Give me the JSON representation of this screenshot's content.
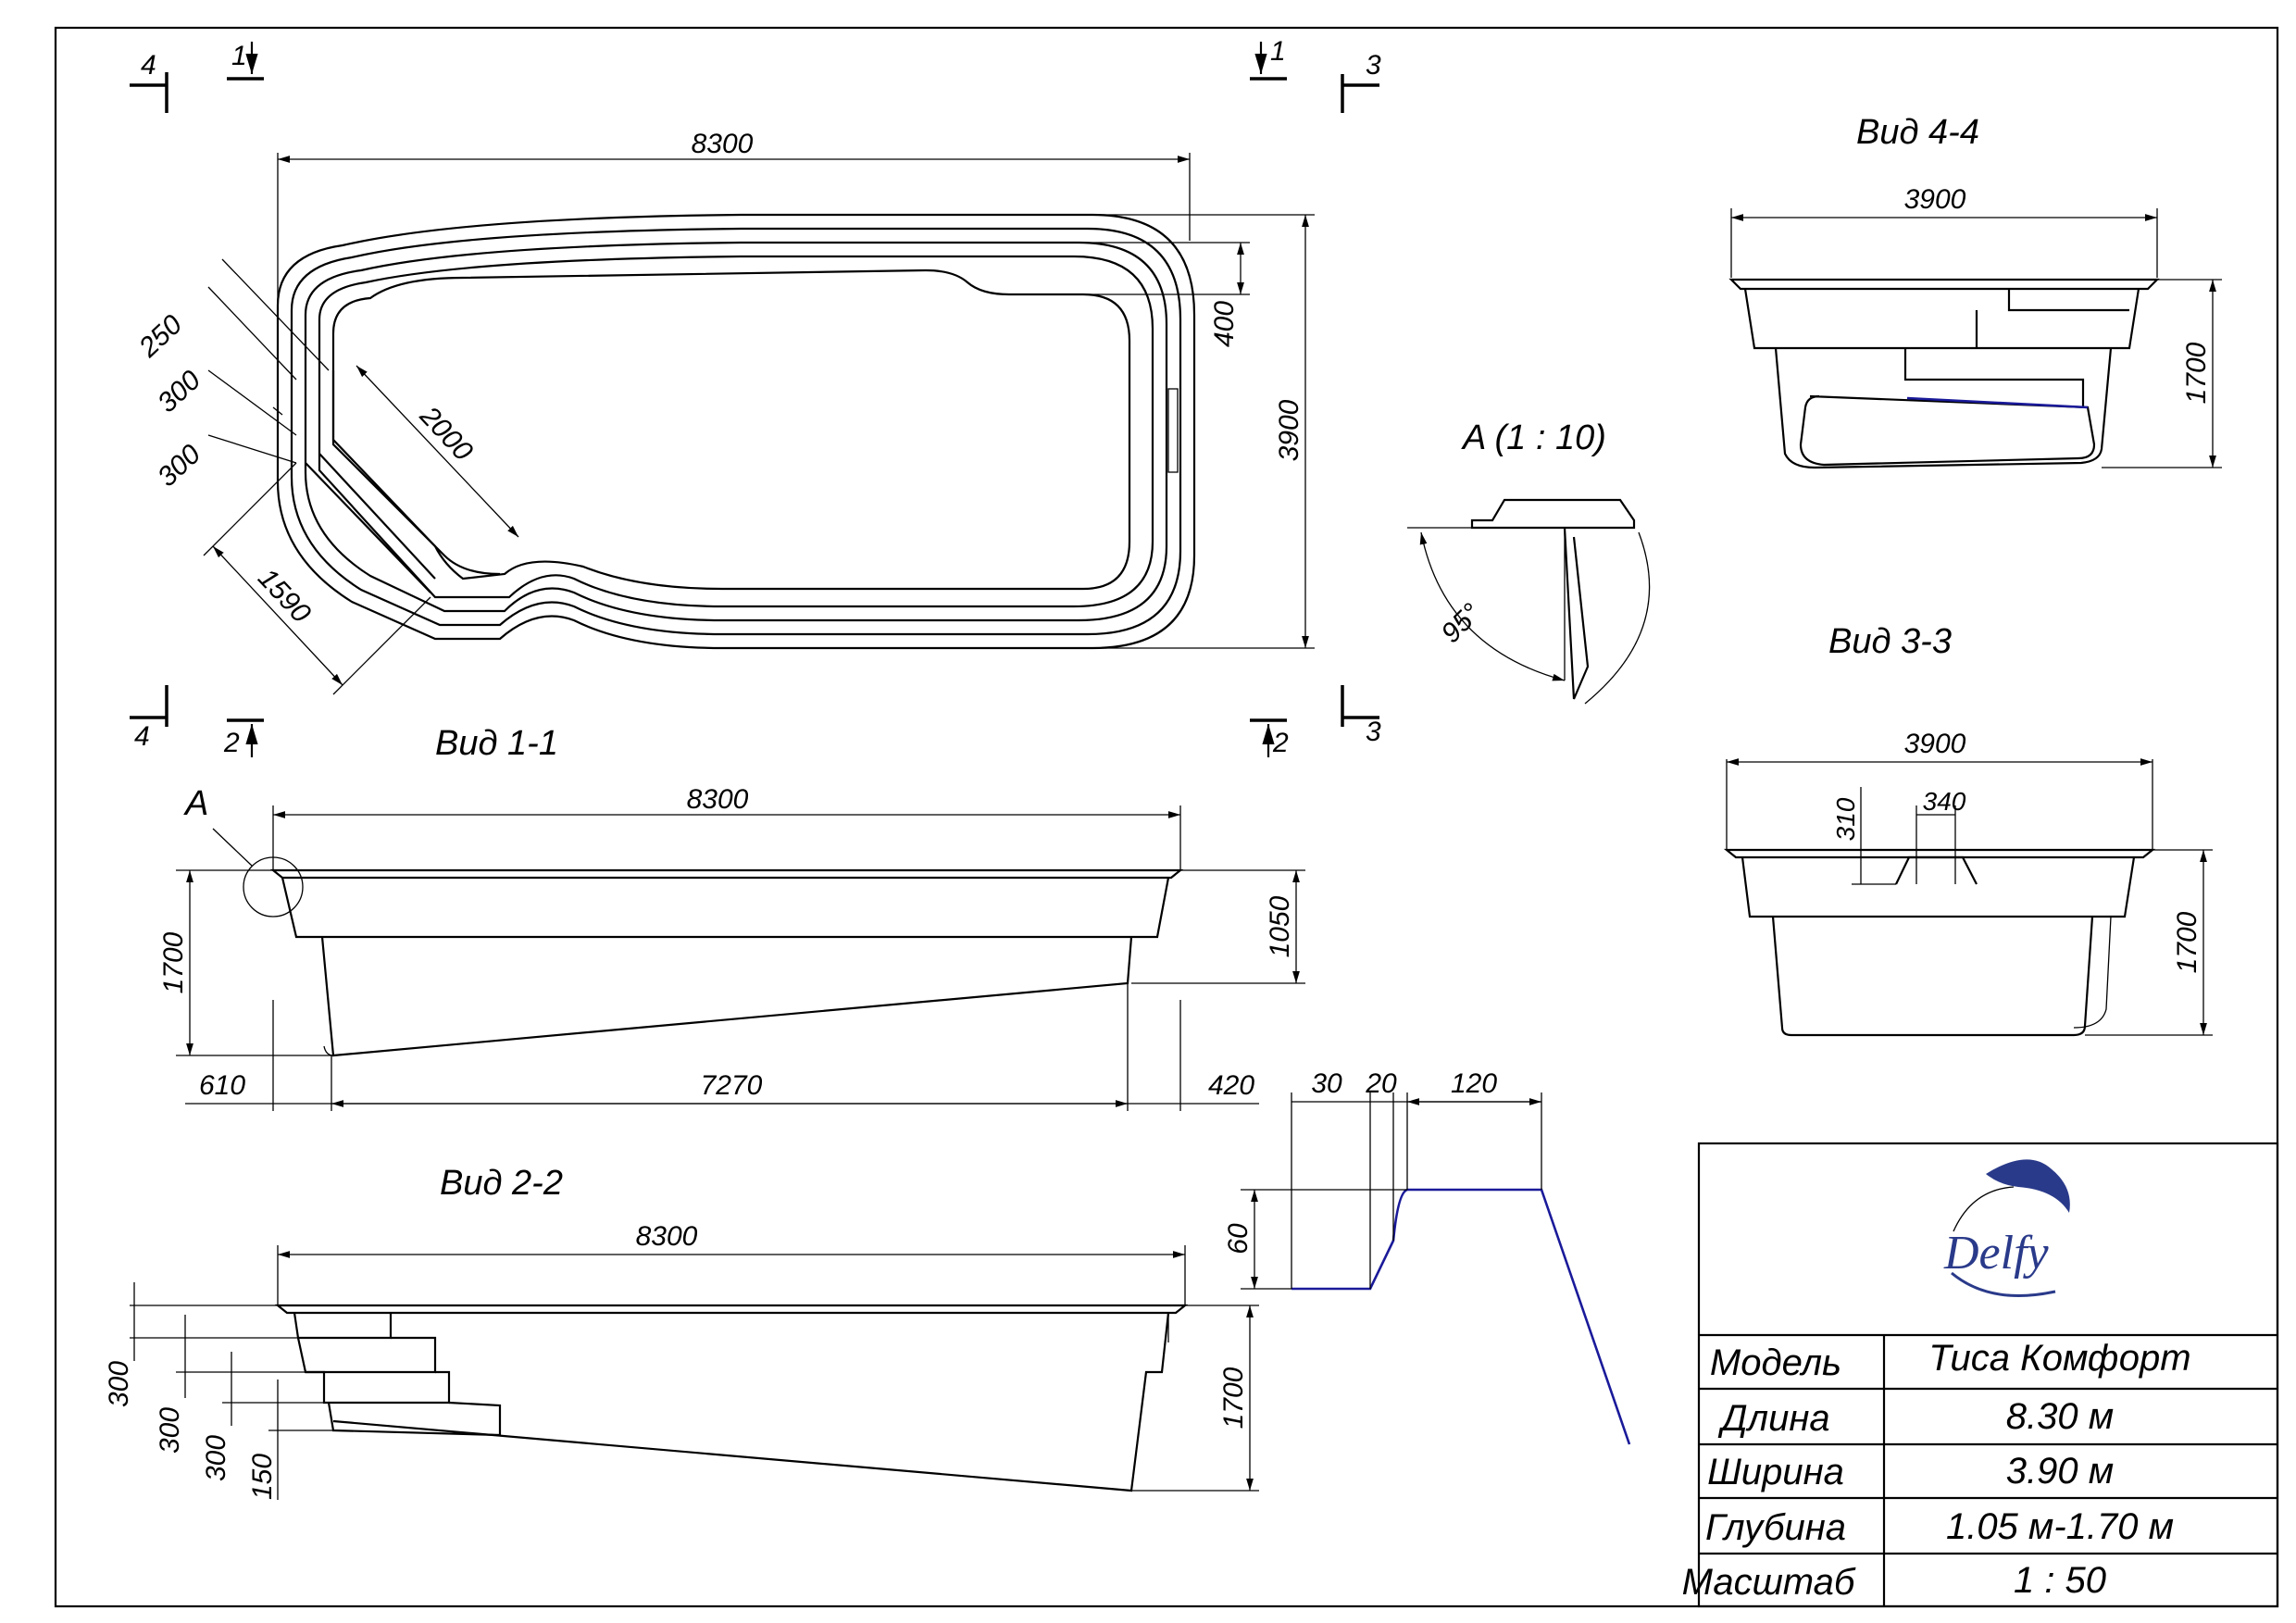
{
  "plan": {
    "section_marks": {
      "m1": "1",
      "m2": "2",
      "m3": "3",
      "m4": "4"
    },
    "dims": {
      "length": "8300",
      "width": "3900",
      "d400": "400",
      "d2000": "2000",
      "d250": "250",
      "d300a": "300",
      "d300b": "300",
      "d1590": "1590"
    }
  },
  "view_1_1": {
    "title": "Вид 1-1",
    "detail_label": "A",
    "dims": {
      "length": "8300",
      "depth": "1700",
      "shallow": "1050",
      "d610": "610",
      "d7270": "7270",
      "d420": "420"
    }
  },
  "view_2_2": {
    "title": "Вид 2-2",
    "dims": {
      "length": "8300",
      "depth": "1700",
      "s300a": "300",
      "s300b": "300",
      "s300c": "300",
      "s150": "150"
    }
  },
  "view_4_4": {
    "title": "Вид 4-4",
    "dims": {
      "width": "3900",
      "depth": "1700"
    }
  },
  "view_3_3": {
    "title": "Вид 3-3",
    "dims": {
      "width": "3900",
      "depth": "1700",
      "d310": "310",
      "d340": "340"
    }
  },
  "detail_a": {
    "title": "A (1 : 10)",
    "angle": "95°"
  },
  "edge_profile": {
    "dims": {
      "d30": "30",
      "d20": "20",
      "d120": "120",
      "d60": "60"
    }
  },
  "title_block": {
    "logo_text": "Delfy",
    "rows": [
      {
        "label": "Модель",
        "value": "Тиса Комфорт"
      },
      {
        "label": "Длина",
        "value": "8.30 м"
      },
      {
        "label": "Ширина",
        "value": "3.90 м"
      },
      {
        "label": "Глубина",
        "value": "1.05 м-1.70 м"
      },
      {
        "label": "Масштаб",
        "value": "1 : 50"
      }
    ]
  },
  "colors": {
    "line": "#000000",
    "accent": "#1a1a9a",
    "logo": "#2a3a8a"
  }
}
